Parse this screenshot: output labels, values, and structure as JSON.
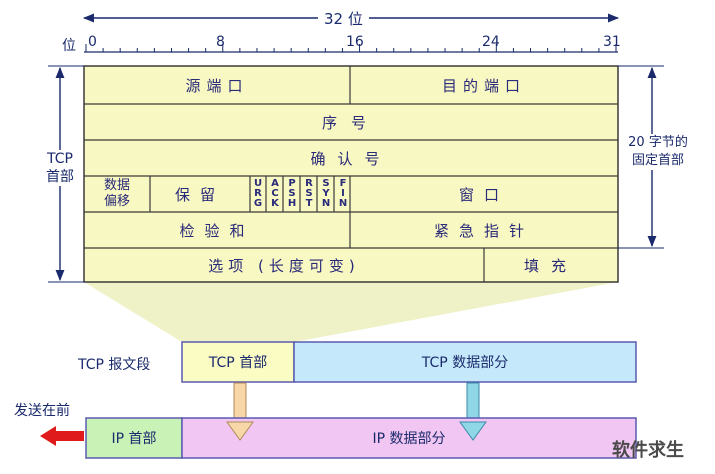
{
  "top": {
    "width_label": "32 位",
    "bit_label": "位",
    "ticks": [
      "0",
      "8",
      "16",
      "24",
      "31"
    ]
  },
  "header_table": {
    "source_port": "源端口",
    "dest_port": "目的端口",
    "seq": "序号",
    "ack": "确认号",
    "data_offset_line1": "数据",
    "data_offset_line2": "偏移",
    "reserved": "保留",
    "flags": [
      {
        "name": "URG",
        "chars": [
          "U",
          "R",
          "G"
        ]
      },
      {
        "name": "ACK",
        "chars": [
          "A",
          "C",
          "K"
        ]
      },
      {
        "name": "PSH",
        "chars": [
          "P",
          "S",
          "H"
        ]
      },
      {
        "name": "RST",
        "chars": [
          "R",
          "S",
          "T"
        ]
      },
      {
        "name": "SYN",
        "chars": [
          "S",
          "Y",
          "N"
        ]
      },
      {
        "name": "FIN",
        "chars": [
          "F",
          "I",
          "N"
        ]
      }
    ],
    "window": "窗口",
    "checksum": "检验和",
    "urgent_pointer": "紧急指针",
    "options": "选项 (长度可变)",
    "padding": "填充"
  },
  "side_labels": {
    "tcp_header_line1": "TCP",
    "tcp_header_line2": "首部",
    "fixed_line1": "20 字节的",
    "fixed_line2": "固定首部"
  },
  "segment": {
    "label": "TCP 报文段",
    "tcp_header": "TCP 首部",
    "tcp_data": "TCP 数据部分"
  },
  "ip": {
    "send_first": "发送在前",
    "ip_header": "IP 首部",
    "ip_data": "IP 数据部分"
  },
  "watermark": "软件求生",
  "colors": {
    "table_fill": "#f8f8c2",
    "table_border": "#3a3a3a",
    "tcp_header_fill": "#fbfbc4",
    "tcp_data_fill": "#c5e9fa",
    "ip_header_fill": "#c9f2b6",
    "ip_data_fill": "#f2c6f2",
    "red_arrow": "#e01b1b",
    "text": "#1a2a6c"
  }
}
